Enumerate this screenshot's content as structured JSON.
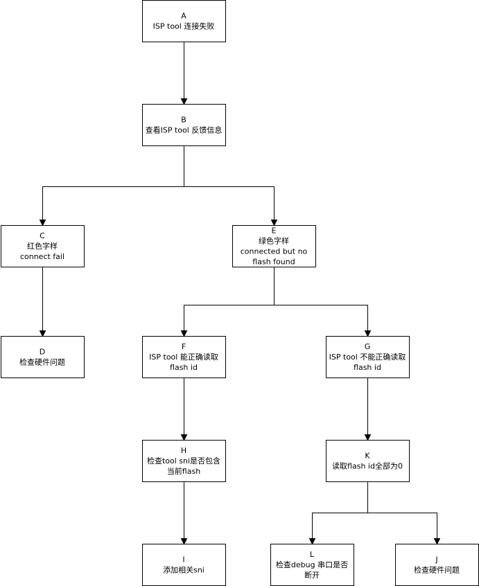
{
  "nodes": [
    {
      "id": "A",
      "lines": [
        "A",
        "ISP tool 连接失败"
      ]
    },
    {
      "id": "B",
      "lines": [
        "B",
        "查看ISP tool 反馈信息"
      ]
    },
    {
      "id": "C",
      "lines": [
        "C",
        "红色字样",
        "connect fail"
      ]
    },
    {
      "id": "E",
      "lines": [
        "E",
        "绿色字样",
        "connected but no",
        "flash found"
      ]
    },
    {
      "id": "D",
      "lines": [
        "D",
        "检查硬件问题"
      ]
    },
    {
      "id": "F",
      "lines": [
        "F",
        "ISP tool 能正确读取",
        "flash id"
      ]
    },
    {
      "id": "G",
      "lines": [
        "G",
        "ISP tool 不能正确读取",
        "flash id"
      ]
    },
    {
      "id": "H",
      "lines": [
        "H",
        "检查tool  sni是否包含",
        "当前flash"
      ]
    },
    {
      "id": "K",
      "lines": [
        "K",
        "读取flash id全部为0"
      ]
    },
    {
      "id": "I",
      "lines": [
        "I",
        "添加相关sni"
      ]
    },
    {
      "id": "L",
      "lines": [
        "L",
        "检查debug 串口是否",
        "断开"
      ]
    },
    {
      "id": "J",
      "lines": [
        "J",
        "检查硬件问题"
      ]
    }
  ],
  "edges": [
    {
      "from": "A",
      "to": "B"
    },
    {
      "from": "B",
      "to": "C"
    },
    {
      "from": "B",
      "to": "E"
    },
    {
      "from": "C",
      "to": "D"
    },
    {
      "from": "E",
      "to": "F"
    },
    {
      "from": "E",
      "to": "G"
    },
    {
      "from": "F",
      "to": "H"
    },
    {
      "from": "G",
      "to": "K"
    },
    {
      "from": "H",
      "to": "I"
    },
    {
      "from": "K",
      "to": "L"
    },
    {
      "from": "K",
      "to": "J"
    }
  ]
}
